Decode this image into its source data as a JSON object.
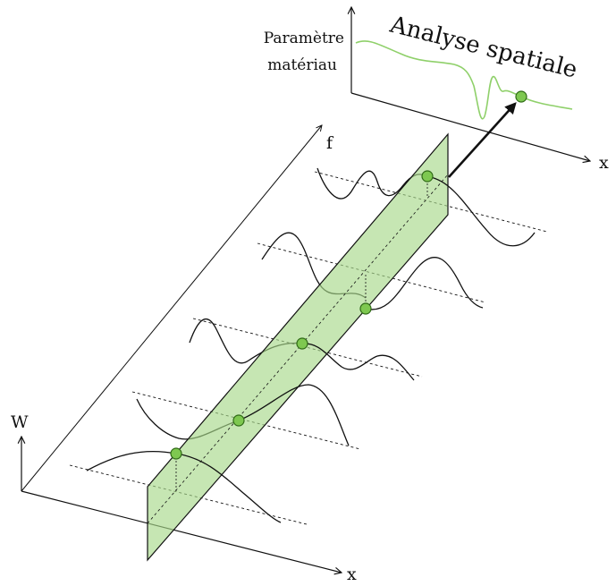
{
  "labels": {
    "axis_w": "W",
    "axis_f": "f",
    "axis_x_bottom": "x",
    "axis_x_inset": "x",
    "inset_ylabel_line1": "Paramètre",
    "inset_ylabel_line2": "matériau",
    "inset_title": "Analyse spatiale"
  },
  "colors": {
    "plane_fill": "#a8d98a",
    "plane_stroke": "#111111",
    "point_fill": "#7ec850",
    "point_stroke": "#2f6a16",
    "inset_curve": "#8fd06a",
    "ink": "#111111"
  }
}
